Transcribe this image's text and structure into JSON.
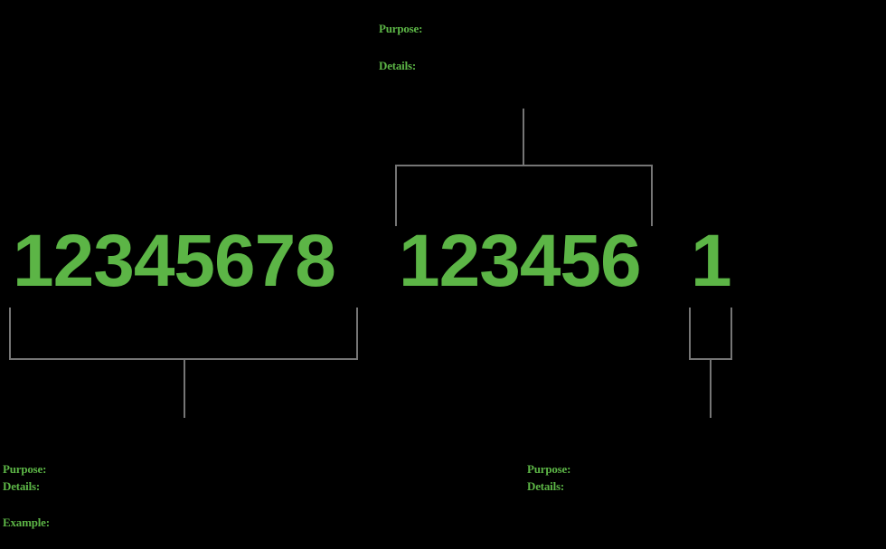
{
  "diagram": {
    "background_color": "#000000",
    "accent_color": "#5cb546",
    "connector_color": "#757575",
    "top_annotation": {
      "purpose_label": "Purpose:",
      "details_label": "Details:"
    },
    "bottom_left_annotation": {
      "purpose_label": "Purpose:",
      "details_label": "Details:",
      "example_label": "Example:"
    },
    "bottom_middle_annotation": {
      "purpose_label": "Purpose:",
      "details_label": "Details:"
    },
    "digit_groups": [
      {
        "id": "group-left",
        "value": "12345678",
        "digit_count": 8
      },
      {
        "id": "group-middle",
        "value": "123456",
        "digit_count": 6
      },
      {
        "id": "group-right",
        "value": "1",
        "digit_count": 1
      }
    ]
  }
}
